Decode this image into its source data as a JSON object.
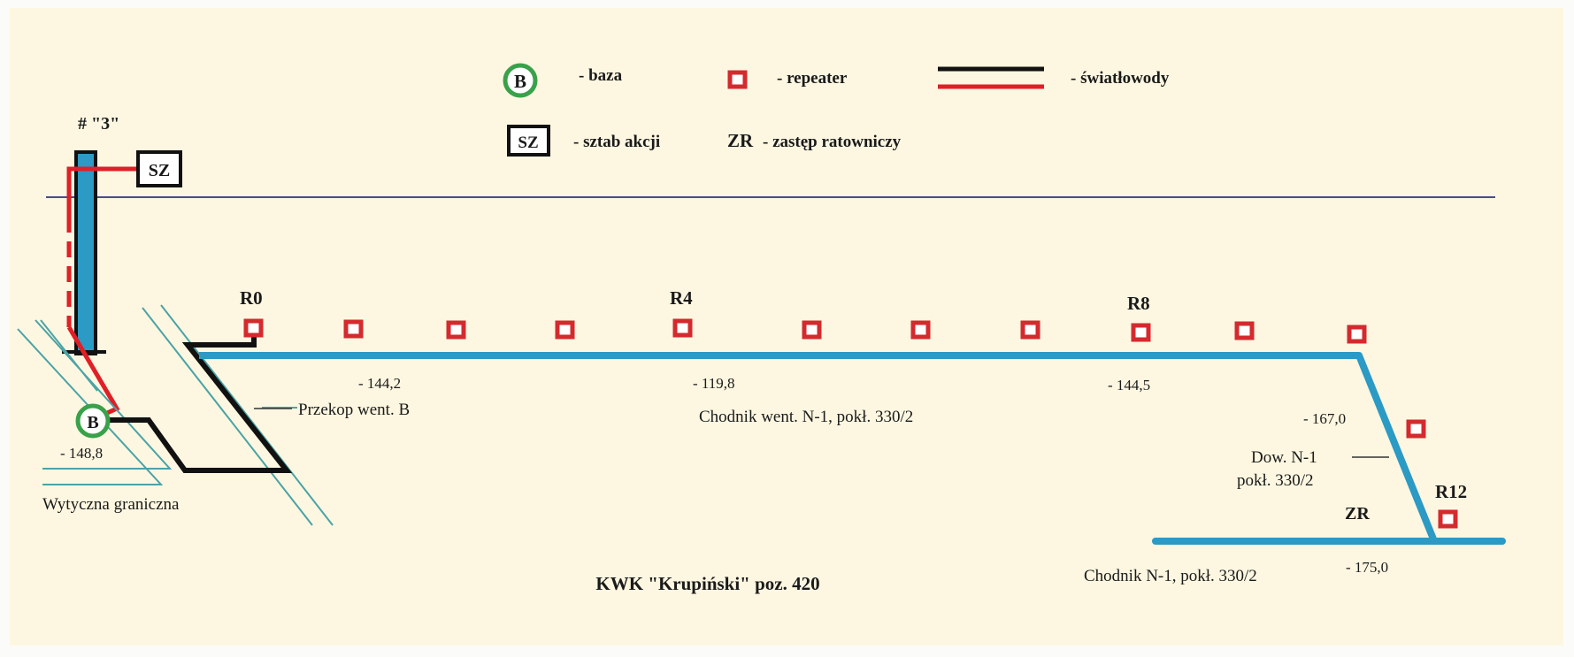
{
  "legend": {
    "base_symbol": "B",
    "base_desc": "- baza",
    "repeater_desc": "- repeater",
    "fiber_desc": "- światłowody",
    "hq_symbol": "SZ",
    "hq_desc": "- sztab akcji",
    "rescue_symbol": "ZR",
    "rescue_desc": "- zastęp ratowniczy"
  },
  "shaft": {
    "name": "# \"3\"",
    "hq_label": "SZ",
    "base_label": "B",
    "base_level": "- 148,8",
    "boundary_label": "Wytyczna graniczna"
  },
  "roadway": {
    "repeaters": [
      "R0",
      "R4",
      "R8",
      "R12"
    ],
    "levels": [
      "- 144,2",
      "- 119,8",
      "- 144,5",
      "- 167,0",
      "- 175,0"
    ],
    "crosscut_label": "Przekop went. B",
    "main_roadway_label": "Chodnik went. N-1, pokł. 330/2",
    "dip_label_line1": "Dow. N-1",
    "dip_label_line2": "pokł. 330/2",
    "team_label": "ZR",
    "lower_roadway_label": "Chodnik N-1, pokł. 330/2"
  },
  "caption": "KWK \"Krupiński\" poz. 420",
  "colors": {
    "roadway": "#2b9ac4",
    "wall": "#4aa3a6",
    "repeater": "#d42a2e",
    "base_ring": "#39a14a",
    "fiber_black": "#111111",
    "fiber_red": "#e01f26",
    "surface_line": "#4a4a8a"
  }
}
